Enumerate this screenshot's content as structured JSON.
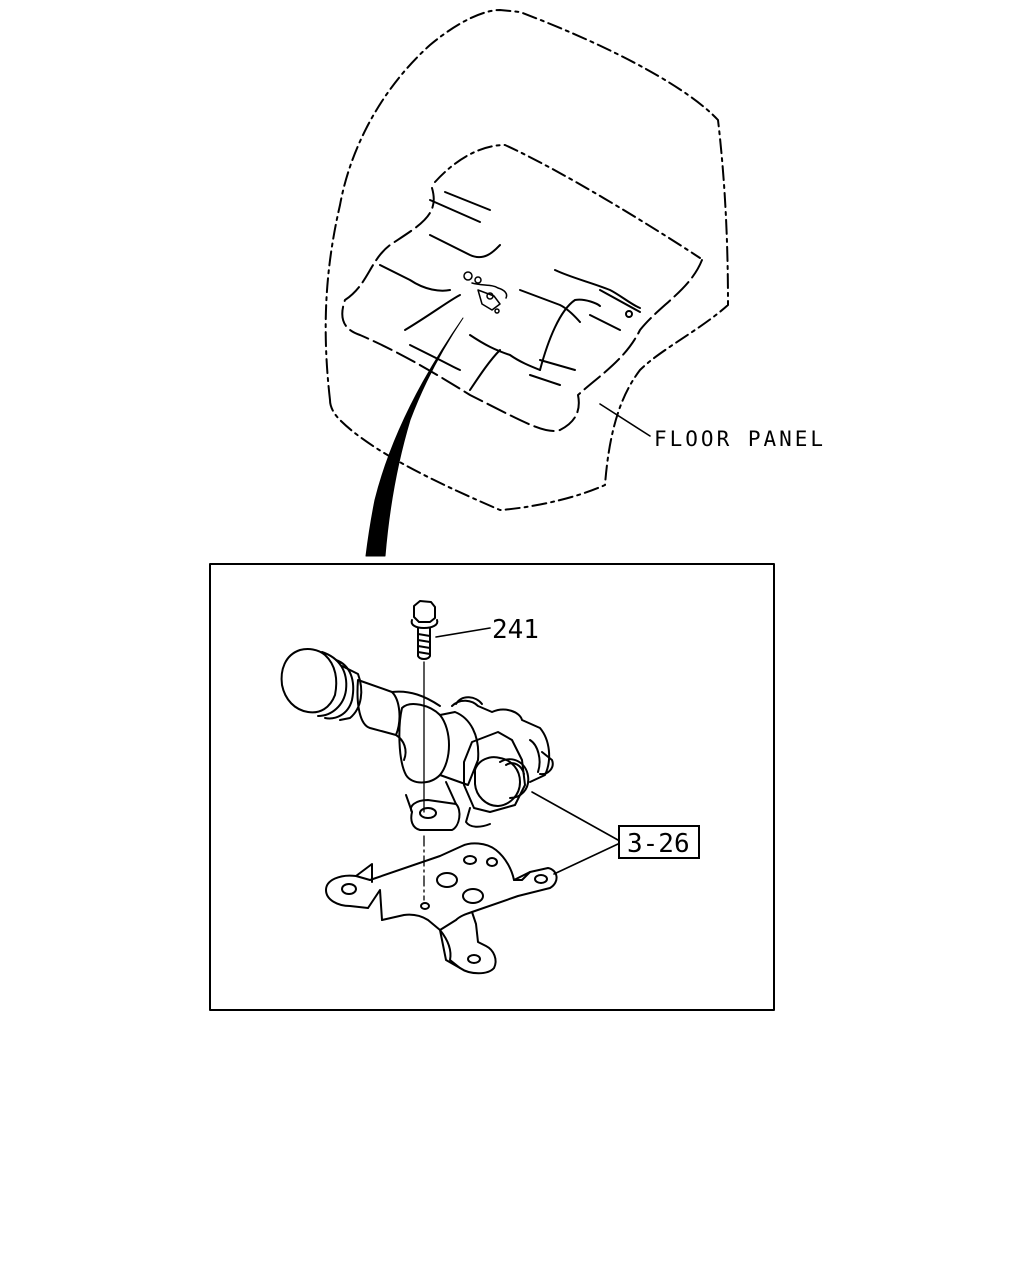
{
  "labels": {
    "floor_panel": "FLOOR PANEL",
    "bolt_part_number": "241",
    "reference_box": "3-26"
  },
  "colors": {
    "ink": "#000000",
    "background": "#ffffff"
  }
}
